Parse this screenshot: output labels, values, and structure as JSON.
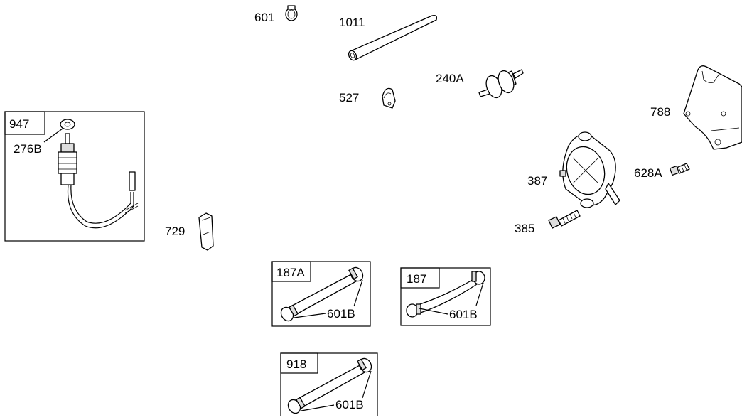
{
  "labels": {
    "p601": "601",
    "p1011": "1011",
    "p240a": "240A",
    "p527": "527",
    "p788": "788",
    "p387": "387",
    "p628a": "628A",
    "p385": "385",
    "p729": "729",
    "p276b": "276B",
    "p947": "947",
    "p187a": "187A",
    "p187a_clamp": "601B",
    "p187": "187",
    "p187_clamp": "601B",
    "p918": "918",
    "p918_clamp": "601B"
  }
}
